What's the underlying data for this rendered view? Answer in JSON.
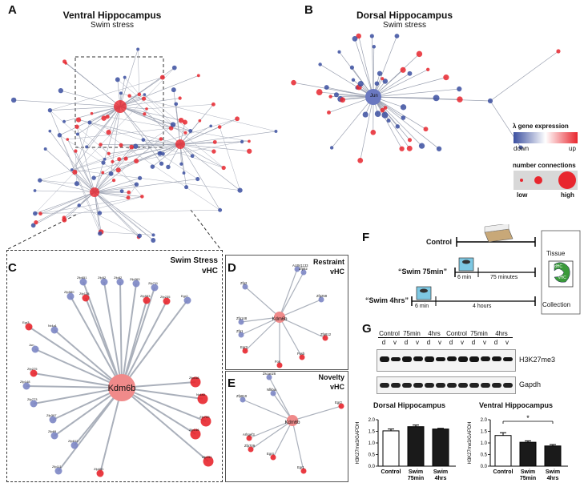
{
  "panel_A": {
    "letter": "A",
    "title": "Ventral Hippocampus",
    "subtitle": "Swim stress"
  },
  "panel_B": {
    "letter": "B",
    "title": "Dorsal Hippocampus",
    "subtitle": "Swim stress",
    "hub": "Jun"
  },
  "legend": {
    "gene_expression_title": "λ gene expression",
    "down": "down",
    "up": "up",
    "connections_title": "number connections",
    "low": "low",
    "high": "high",
    "colors": {
      "down": "#3b4fa0",
      "up": "#e8262e"
    }
  },
  "panel_C": {
    "letter": "C",
    "title": "Swim Stress",
    "subtitle": "vHC",
    "hub": "Kdm6b",
    "nodes": [
      "Zfp651",
      "Zfp52",
      "Zfp82",
      "Zfp263",
      "Zfp711",
      "Zfp580",
      "Zfp128",
      "Zfp583",
      "Zfp235",
      "Egr2",
      "Egr3",
      "Nr4a1",
      "Jun",
      "Zfp275",
      "Zfp148",
      "Zfp773",
      "Zfp397",
      "Zfp69",
      "Zfp612",
      "Zfp691",
      "Zfp111",
      "Zfp418",
      "Nr4a3",
      "Zfp709",
      "Zfp146",
      "Zfp191"
    ]
  },
  "panel_D": {
    "letter": "D",
    "title": "Restraint",
    "subtitle": "vHC",
    "hub": "Kdm6b",
    "nodes": [
      "AU041133",
      "Zfp52",
      "Zfp2",
      "Zfp259",
      "Zfp148",
      "Zfp1",
      "Egr3",
      "Zfp612",
      "Fosb",
      "Fos"
    ]
  },
  "panel_E": {
    "letter": "E",
    "title": "Novelty",
    "subtitle": "vHC",
    "hub": "Kdm6b",
    "nodes": [
      "Zscan26",
      "Zfp810",
      "Nfkbia",
      "Arhgef3",
      "Zfp709",
      "Egr4",
      "Egr1",
      "Egr2"
    ]
  },
  "panel_F": {
    "letter": "F",
    "control": "Control",
    "swim75": "“Swim 75min”",
    "swim4": "“Swim 4hrs”",
    "six_min_a": "6 min",
    "seventy_five": "75 minutes",
    "six_min_b": "6 min",
    "four_hours": "4 hours",
    "tissue": "Tissue",
    "collection": "Collection",
    "dhc": "dHC",
    "vhc": "vHC"
  },
  "panel_G": {
    "letter": "G",
    "lane_groups": [
      "Control",
      "75min",
      "4hrs",
      "Control",
      "75min",
      "4hrs"
    ],
    "lanes": [
      "d",
      "v",
      "d",
      "v",
      "d",
      "v",
      "d",
      "v",
      "d",
      "v",
      "d",
      "v"
    ],
    "blot_top": "H3K27me3",
    "blot_bottom": "Gapdh"
  },
  "chart_data": [
    {
      "type": "bar",
      "title": "Dorsal Hippocampus",
      "ylabel": "H3K27me3/GAPDH",
      "categories": [
        "Control",
        "Swim 75min",
        "Swim 4hrs"
      ],
      "values": [
        1.52,
        1.7,
        1.6
      ],
      "errors": [
        0.08,
        0.07,
        0.03
      ],
      "ylim": [
        0,
        2.0
      ],
      "yticks": [
        "0.0",
        "0.5",
        "1.0",
        "1.5",
        "2.0"
      ],
      "colors": [
        "#ffffff",
        "#1a1a1a",
        "#1a1a1a"
      ]
    },
    {
      "type": "bar",
      "title": "Ventral Hippocampus",
      "ylabel": "H3K27me3/GAPDH",
      "categories": [
        "Control",
        "Swim 75min",
        "Swim 4hrs"
      ],
      "values": [
        1.32,
        1.03,
        0.87
      ],
      "errors": [
        0.12,
        0.06,
        0.06
      ],
      "ylim": [
        0,
        2.0
      ],
      "yticks": [
        "0.0",
        "0.5",
        "1.0",
        "1.5",
        "2.0"
      ],
      "significance": "*",
      "colors": [
        "#ffffff",
        "#1a1a1a",
        "#1a1a1a"
      ]
    }
  ]
}
